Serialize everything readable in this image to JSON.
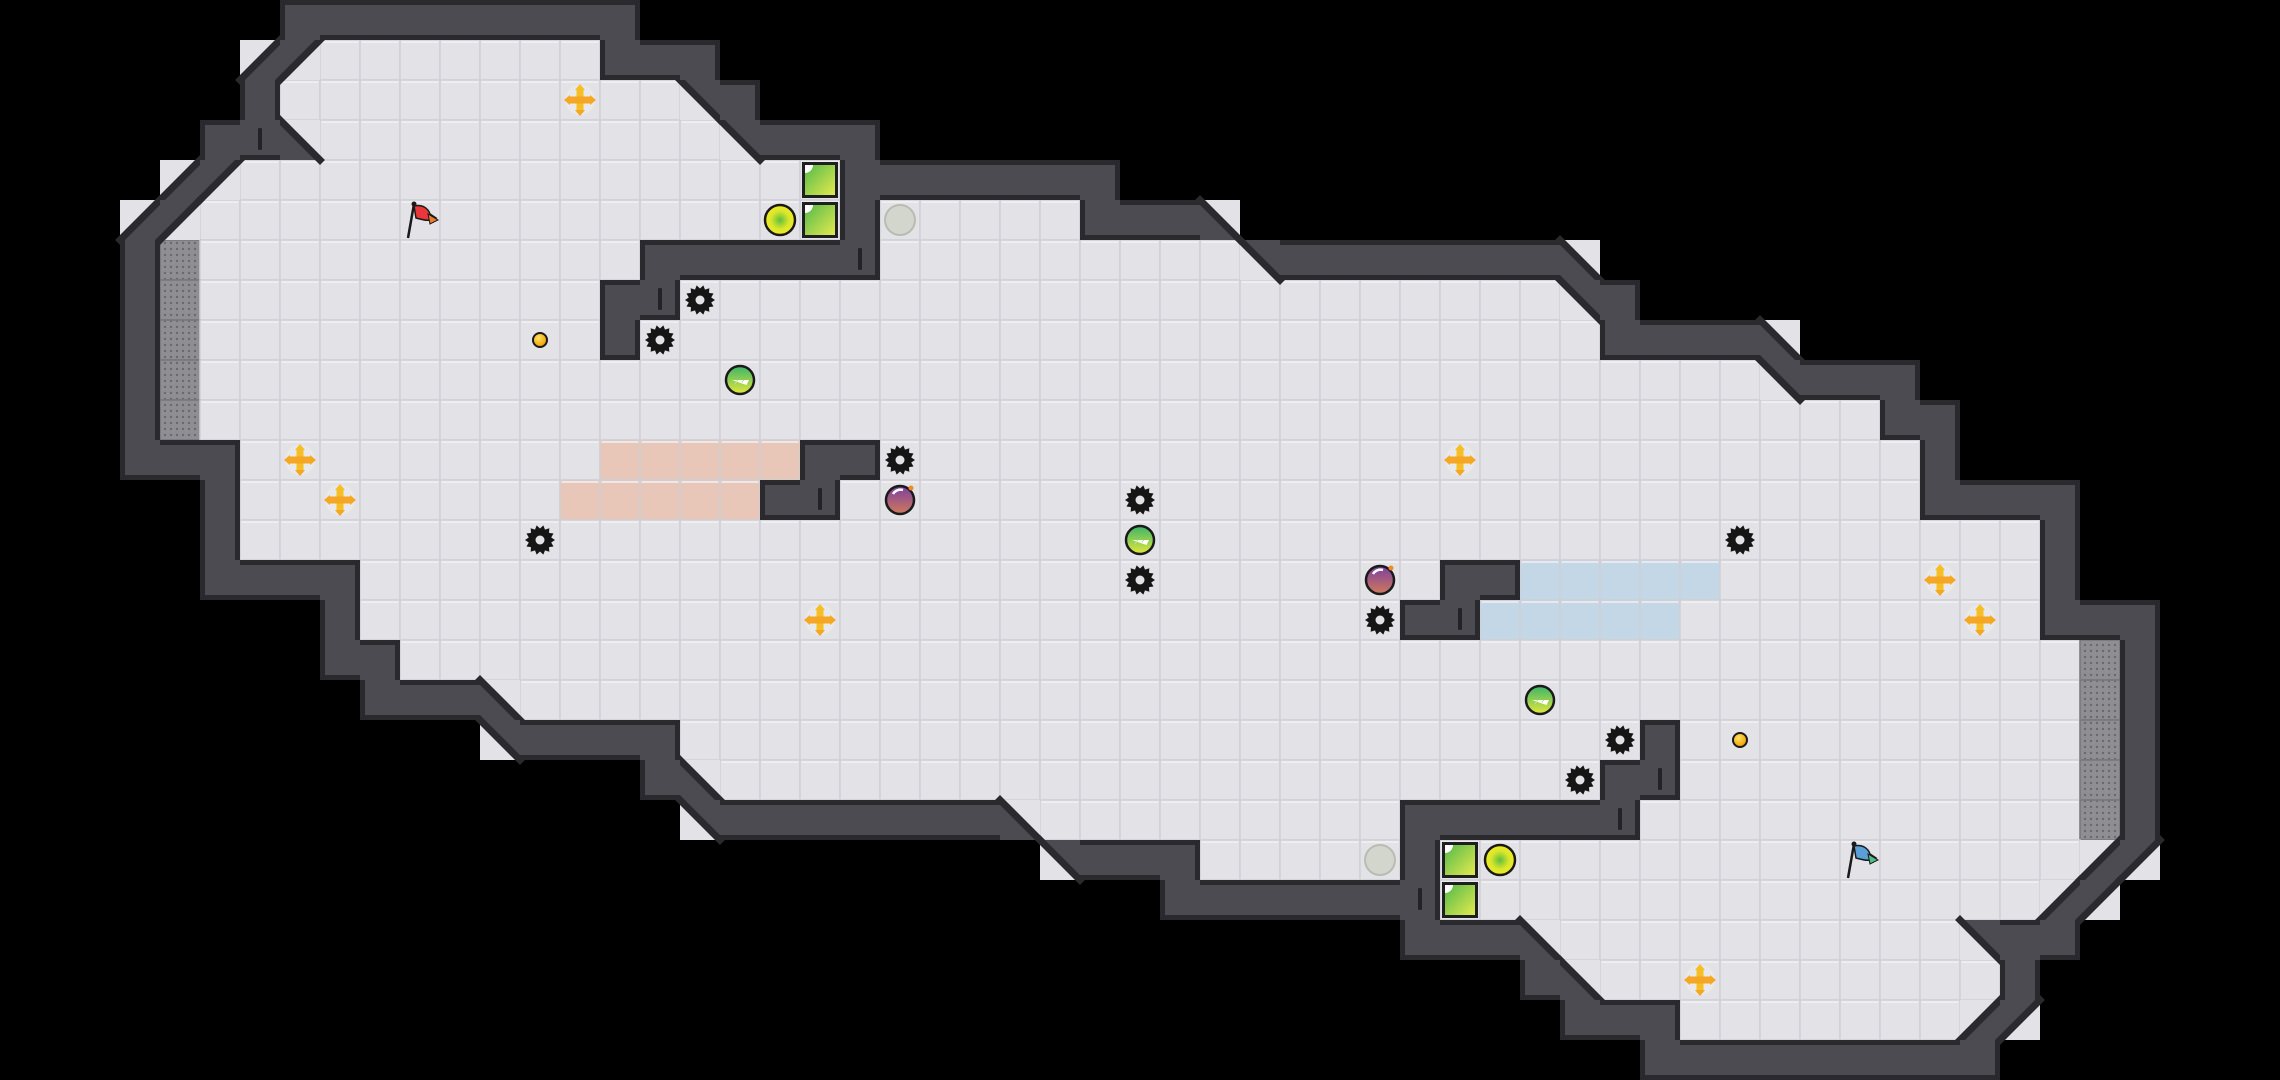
{
  "game": {
    "view": "level-map",
    "grid": {
      "columns": 57,
      "rows": 27
    }
  },
  "palette": {
    "void": "#000000",
    "wall": "#4c4b51",
    "wall_edge": "#2a292e",
    "floor": "#e3e3e7",
    "floor_line": "#cfcfd5",
    "peach_zone": "#e8c6b8",
    "ice_zone": "#c4d7e6",
    "grate": "#8c8c90",
    "gear": "#151515",
    "cross": "#f6bf26",
    "flag_red": "#e8383a",
    "flag_blue": "#5a9fd6"
  },
  "entity_types": {
    "flag-red": {
      "icon": "red-flag-icon"
    },
    "flag-blue": {
      "icon": "blue-flag-icon"
    },
    "gear": {
      "icon": "spike-gear-icon"
    },
    "cross": {
      "icon": "yellow-cross-icon"
    },
    "orb": {
      "icon": "green-orb-icon"
    },
    "bomb": {
      "icon": "purple-bomb-icon"
    },
    "coin": {
      "icon": "gold-coin-icon"
    },
    "ball": {
      "icon": "yellow-ball-icon"
    },
    "ghost": {
      "icon": "grey-circle-icon"
    },
    "block": {
      "icon": "green-block-icon"
    }
  }
}
